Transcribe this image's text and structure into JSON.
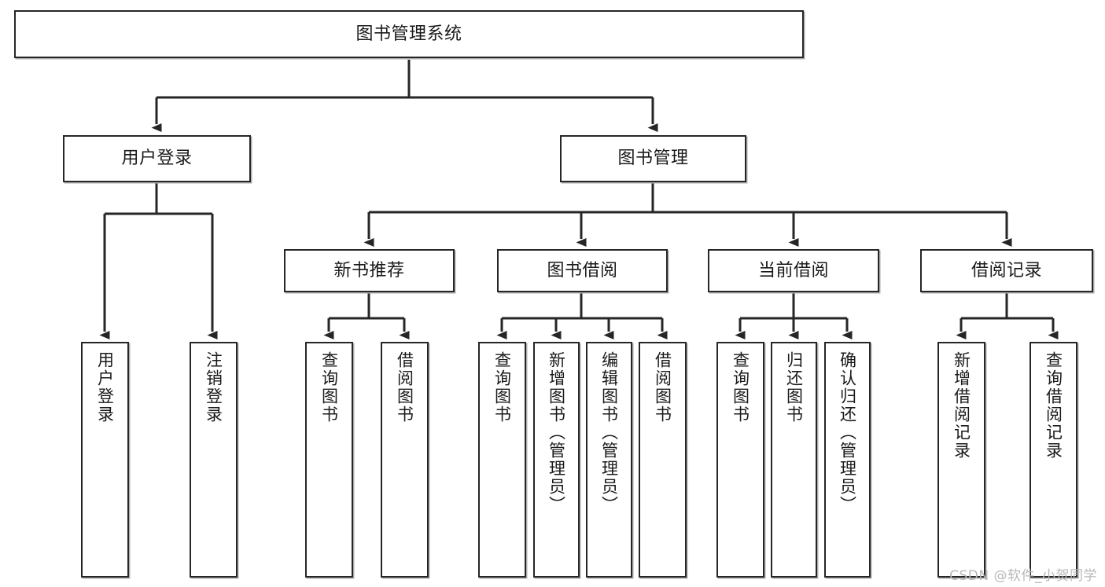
{
  "diagram": {
    "title": "图书管理系统",
    "type": "tree-hierarchy",
    "root": {
      "id": "root",
      "label": "图书管理系统"
    },
    "level2": [
      {
        "id": "user-login",
        "label": "用户登录"
      },
      {
        "id": "book-manage",
        "label": "图书管理"
      }
    ],
    "level3": [
      {
        "id": "new-book-recommend",
        "label": "新书推荐",
        "parent": "book-manage"
      },
      {
        "id": "book-borrow",
        "label": "图书借阅",
        "parent": "book-manage"
      },
      {
        "id": "current-borrow",
        "label": "当前借阅",
        "parent": "book-manage"
      },
      {
        "id": "borrow-record",
        "label": "借阅记录",
        "parent": "book-manage"
      }
    ],
    "leaves": [
      {
        "id": "leaf-user-login",
        "label": "用户登录",
        "parent": "user-login"
      },
      {
        "id": "leaf-logout-login",
        "label": "注销登录",
        "parent": "user-login"
      },
      {
        "id": "leaf-query-book-1",
        "label": "查询图书",
        "parent": "new-book-recommend"
      },
      {
        "id": "leaf-borrow-book-1",
        "label": "借阅图书",
        "parent": "new-book-recommend"
      },
      {
        "id": "leaf-query-book-2",
        "label": "查询图书",
        "parent": "book-borrow"
      },
      {
        "id": "leaf-add-book",
        "label": "新增图书（管理员）",
        "parent": "book-borrow"
      },
      {
        "id": "leaf-edit-book",
        "label": "编辑图书（管理员）",
        "parent": "book-borrow"
      },
      {
        "id": "leaf-borrow-book-2",
        "label": "借阅图书",
        "parent": "book-borrow"
      },
      {
        "id": "leaf-query-book-3",
        "label": "查询图书",
        "parent": "current-borrow"
      },
      {
        "id": "leaf-return-book",
        "label": "归还图书",
        "parent": "current-borrow"
      },
      {
        "id": "leaf-confirm-return",
        "label": "确认归还（管理员）",
        "parent": "current-borrow"
      },
      {
        "id": "leaf-add-record",
        "label": "新增借阅记录",
        "parent": "borrow-record"
      },
      {
        "id": "leaf-query-record",
        "label": "查询借阅记录",
        "parent": "borrow-record"
      }
    ],
    "watermark": "CSDN @软件_小贺同学",
    "colors": {
      "background": "#ffffff",
      "box_border": "#262626",
      "box_fill": "#ffffff",
      "connector": "#262626",
      "text": "#1a1a1a",
      "shadow": "#aeaeae",
      "watermark": "#b8b8b8"
    }
  }
}
